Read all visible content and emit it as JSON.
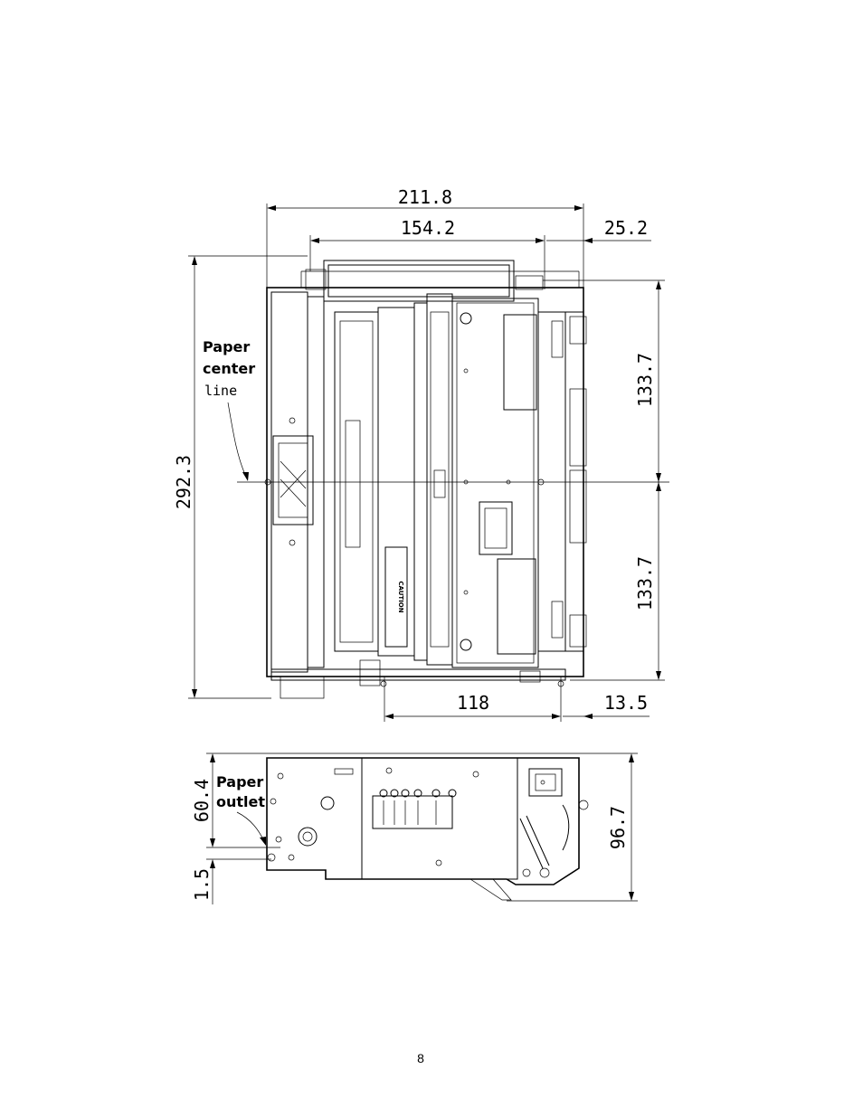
{
  "top_view": {
    "dimensions": {
      "overall_width": "211.8",
      "inner_width": "154.2",
      "right_offset": "25.2",
      "overall_height": "292.3",
      "upper_half": "133.7",
      "lower_half": "133.7",
      "bottom_width": "118",
      "bottom_right": "13.5"
    },
    "label_paper_center": [
      "Paper",
      "center",
      "line"
    ],
    "caution_label": "CAUTION"
  },
  "side_view": {
    "dimensions": {
      "outlet_height": "60.4",
      "outlet_bottom": "1.5",
      "total_height": "96.7"
    },
    "label_paper_outlet": [
      "Paper",
      "outlet"
    ]
  },
  "page_number": "8"
}
